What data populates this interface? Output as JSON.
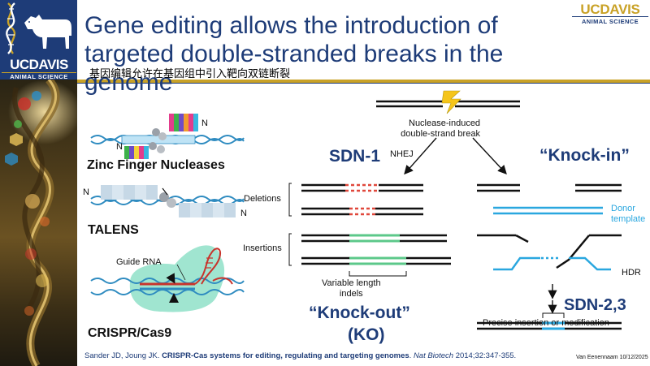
{
  "title": {
    "line1": "Gene editing allows the introduction of",
    "line2": "targeted double-stranded breaks in the genome",
    "chinese": "基因编辑允许在基因组中引入靶向双链断裂"
  },
  "logos": {
    "uc": "UCDAVIS",
    "sub": "ANIMAL SCIENCE"
  },
  "methods": {
    "zfn": "Zinc Finger Nucleases",
    "talens": "TALENS",
    "crispr": "CRISPR/Cas9",
    "guide_rna": "Guide RNA",
    "n_letter": "N"
  },
  "diagram": {
    "nuclease_line1": "Nuclease-induced",
    "nuclease_line2": "double-strand break",
    "nhej": "NHEJ",
    "sdn1": "SDN-1",
    "knock_in": "“Knock-in”",
    "deletions": "Deletions",
    "insertions": "Insertions",
    "variable_line1": "Variable length",
    "variable_line2": "indels",
    "knock_out": "“Knock-out”",
    "ko": "(KO)",
    "donor_line1": "Donor",
    "donor_line2": "template",
    "hdr": "HDR",
    "sdn23": "SDN-2,3",
    "precise": "Precise insertion or modification"
  },
  "colors": {
    "navy": "#1e3c78",
    "gold": "#c9a227",
    "donor_blue": "#2aa7df",
    "insertion_green": "#5cc88a",
    "deletion_red": "#e0483c"
  },
  "citation": {
    "authors": "Sander JD, Joung JK. ",
    "article": "CRISPR-Cas systems for editing, regulating and targeting genomes",
    "sep": ". ",
    "journal": "Nat Biotech",
    "details": " 2014;32:347-355.",
    "date_stamp": "Van Eenennaam 10/12/2025"
  }
}
